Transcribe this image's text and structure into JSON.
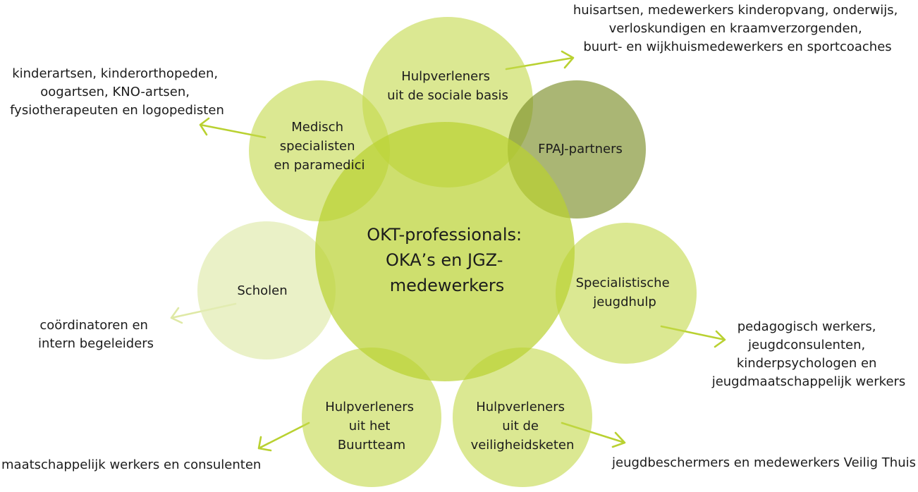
{
  "nodes": {
    "center": {
      "lines": [
        "OKT-professionals:",
        "OKA’s en JGZ-",
        "medewerkers"
      ],
      "color": "#b9d131"
    },
    "social_basis": {
      "lines": [
        "Hulpverleners",
        "uit de sociale basis"
      ],
      "color": "#c3d94a"
    },
    "medisch": {
      "lines": [
        "Medisch",
        "specialisten",
        "en paramedici"
      ],
      "color": "#c3d94a"
    },
    "fpaj": {
      "lines": [
        "FPAJ-partners"
      ],
      "color": "#7d8f2a"
    },
    "scholen": {
      "lines": [
        "Scholen"
      ],
      "color": "#e3ecb4"
    },
    "specialistische": {
      "lines": [
        "Specialistische",
        "jeugdhulp"
      ],
      "color": "#c3d94a"
    },
    "buurtteam": {
      "lines": [
        "Hulpverleners",
        "uit het",
        "Buurtteam"
      ],
      "color": "#c3d94a"
    },
    "veiligheidsketen": {
      "lines": [
        "Hulpverleners",
        "uit de",
        "veiligheidsketen"
      ],
      "color": "#c3d94a"
    }
  },
  "externals": {
    "social_basis": [
      "huisartsen, medewerkers kinderopvang, onderwijs,",
      "verloskundigen en kraamverzorgenden,",
      "buurt- en wijkhuismedewerkers en sportcoaches"
    ],
    "medisch": [
      "kinderartsen, kinderorthopeden,",
      "oogartsen, KNO-artsen,",
      "fysiotherapeuten en logopedisten"
    ],
    "scholen": [
      "coördinatoren en",
      "intern begeleiders"
    ],
    "specialistische": [
      "pedagogisch werkers,",
      "jeugdconsulenten,",
      "kinderpsychologen en",
      "jeugdmaatschappelijk werkers"
    ],
    "buurtteam": [
      "maatschappelijk werkers en consulenten"
    ],
    "veiligheidsketen": [
      "jeugdbeschermers en medewerkers Veilig Thuis"
    ]
  },
  "colors": {
    "arrow": "#b9d131",
    "arrow_light": "#dfe9a6",
    "text": "#1c1c1c"
  }
}
